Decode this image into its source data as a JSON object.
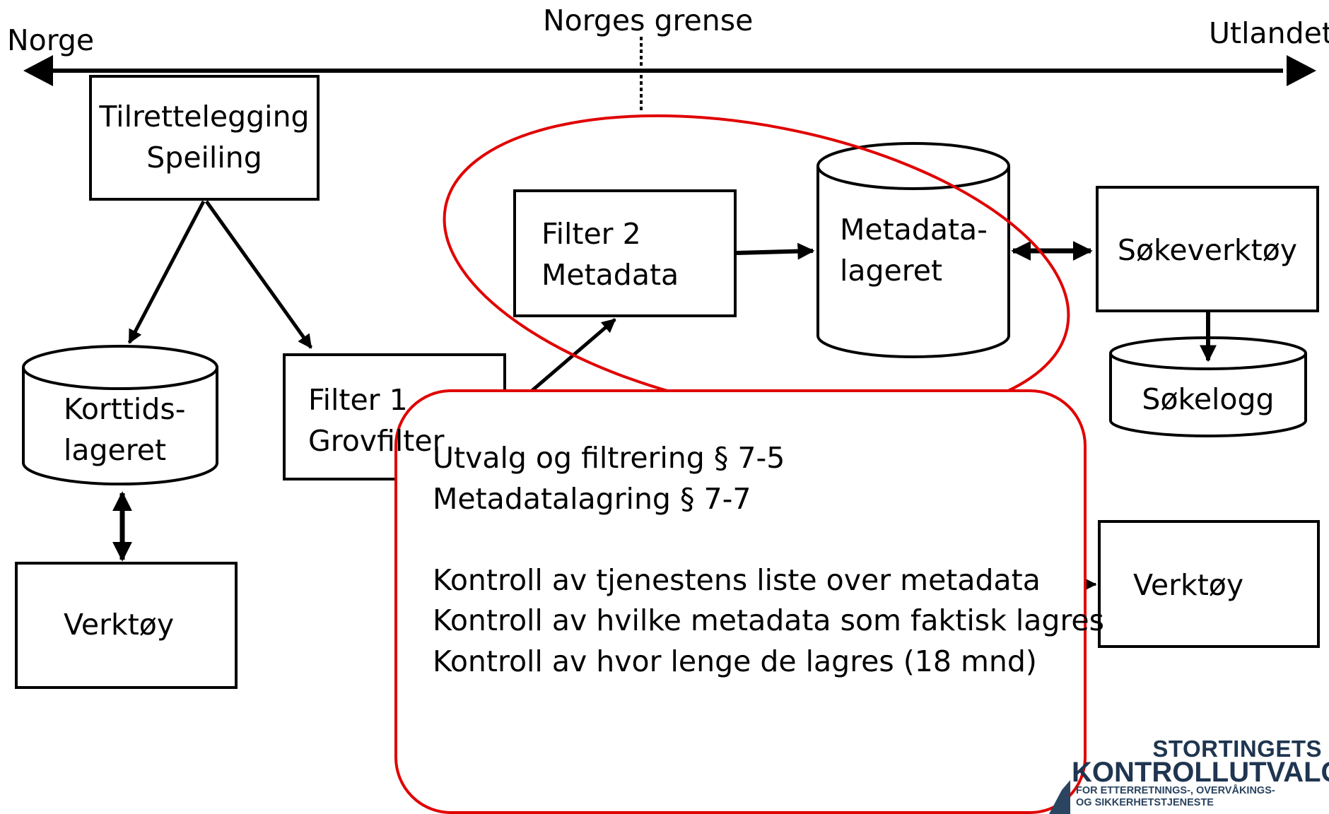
{
  "axis": {
    "left_label": "Norge",
    "center_label": "Norges grense",
    "right_label": "Utlandet"
  },
  "nodes": {
    "tilrettelegging": {
      "lines": [
        "Tilrettelegging",
        "Speiling"
      ]
    },
    "korttidslageret": {
      "lines": [
        "Korttids-",
        "lageret"
      ]
    },
    "verktoy_left": {
      "lines": [
        "Verktøy"
      ]
    },
    "filter1": {
      "lines": [
        "Filter 1",
        "Grovfilter"
      ]
    },
    "filter2": {
      "lines": [
        "Filter 2",
        "Metadata"
      ]
    },
    "metadatalageret": {
      "lines": [
        "Metadata-",
        "lageret"
      ]
    },
    "sokeverktoy": {
      "lines": [
        "Søkeverktøy"
      ]
    },
    "sokelogg": {
      "lines": [
        "Søkelogg"
      ]
    },
    "verktoy_right": {
      "lines": [
        "Verktøy"
      ]
    }
  },
  "callout": {
    "lines": [
      "Utvalg og filtrering § 7-5",
      "Metadatalagring § 7-7",
      "",
      "Kontroll av tjenestens liste over metadata",
      "Kontroll av hvilke metadata som faktisk lagres",
      "Kontroll av hvor lenge de lagres (18 mnd)"
    ]
  },
  "logo": {
    "line1": "STORTINGETS",
    "line2": "KONTROLLUTVALG",
    "line3": "FOR ETTERRETNINGS-, OVERVÅKINGS-",
    "line4": "OG SIKKERHETSTJENESTE"
  },
  "colors": {
    "line": "#000000",
    "highlight": "#e00000",
    "logo_text": "#1f3550",
    "logo_accent": "#2b4460"
  }
}
